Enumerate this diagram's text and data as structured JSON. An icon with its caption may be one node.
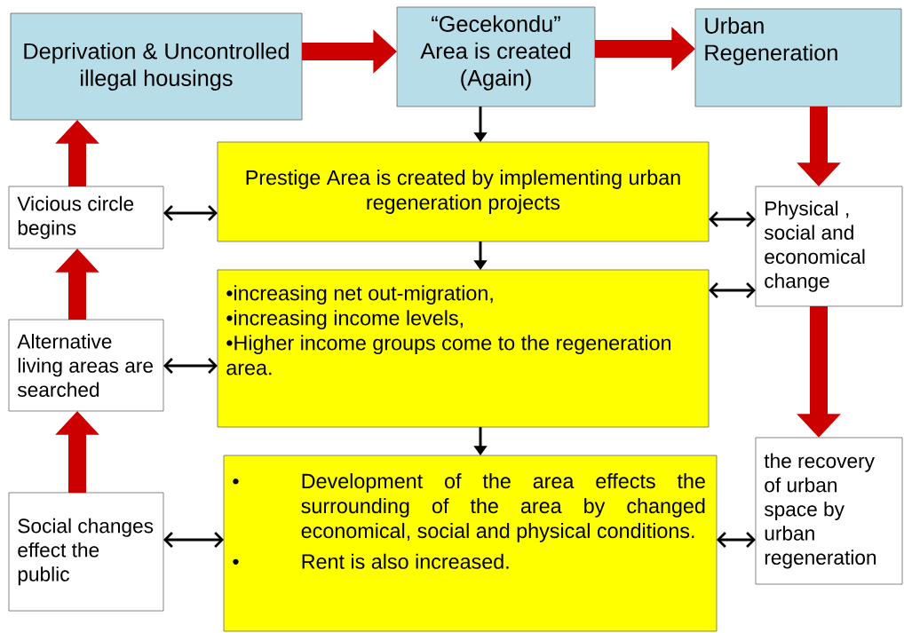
{
  "diagram": {
    "nodes": [
      {
        "text": [
          "Deprivation & Uncontrolled illegal housings"
        ]
      },
      {
        "text": [
          "“Gecekondu” Area is created (Again)"
        ]
      },
      {
        "text": [
          "Urban Regeneration"
        ]
      },
      {
        "text": [
          "Prestige Area is created by implementing urban regeneration projects"
        ]
      },
      {
        "text": [
          "Vicious circle begins"
        ]
      },
      {
        "text": [
          "Physical , social and economical change"
        ]
      },
      {
        "text": [
          "•increasing net out-migration,",
          "•increasing income levels,",
          "•Higher income groups come to the regeneration area."
        ]
      },
      {
        "text": [
          "Alternative living areas are searched"
        ]
      },
      {
        "text": [
          "•",
          "Development of the area effects the surrounding of the area by changed economical, social and physical conditions.",
          "•",
          "Rent is also increased."
        ]
      },
      {
        "text": [
          "Social changes effect the public"
        ]
      },
      {
        "text": [
          "the recovery of urban space by urban regeneration"
        ]
      }
    ],
    "edges": [
      {
        "from": 0,
        "to": 1,
        "arrow": "to",
        "style": "thick",
        "color": "#cc0000"
      },
      {
        "from": 1,
        "to": 2,
        "arrow": "to",
        "style": "thick",
        "color": "#cc0000"
      },
      {
        "from": 1,
        "to": 3,
        "arrow": "to"
      },
      {
        "from": 2,
        "to": 5,
        "arrow": "to",
        "style": "thick",
        "color": "#cc0000"
      },
      {
        "from": 4,
        "to": 3,
        "arrow": "both"
      },
      {
        "from": 3,
        "to": 5,
        "arrow": "both"
      },
      {
        "from": 3,
        "to": 6,
        "arrow": "to"
      },
      {
        "from": 6,
        "to": 5,
        "arrow": "both"
      },
      {
        "from": 7,
        "to": 6,
        "arrow": "both"
      },
      {
        "from": 5,
        "to": 10,
        "arrow": "to",
        "style": "thick",
        "color": "#cc0000"
      },
      {
        "from": 6,
        "to": 8,
        "arrow": "to"
      },
      {
        "from": 9,
        "to": 8,
        "arrow": "both"
      },
      {
        "from": 8,
        "to": 10,
        "arrow": "both"
      },
      {
        "from": 4,
        "to": 0,
        "arrow": "to",
        "style": "thick",
        "color": "#cc0000"
      },
      {
        "from": 7,
        "to": 4,
        "arrow": "to",
        "style": "thick",
        "color": "#cc0000"
      },
      {
        "from": 9,
        "to": 7,
        "arrow": "to",
        "style": "thick",
        "color": "#cc0000"
      }
    ]
  }
}
